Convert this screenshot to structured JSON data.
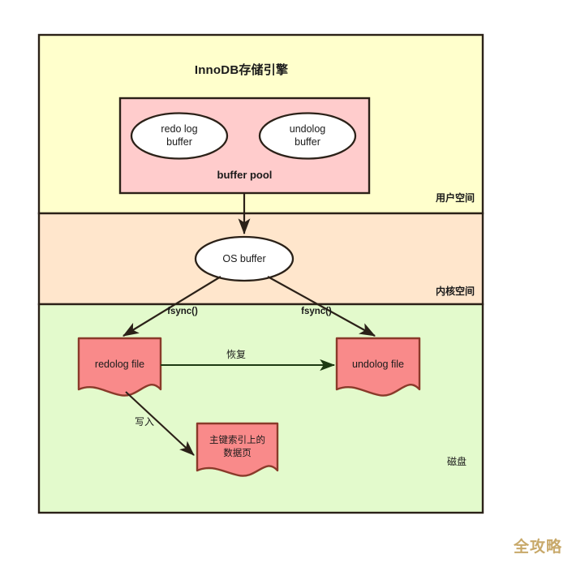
{
  "diagram": {
    "title": "InnoDB存储引擎",
    "zones": [
      {
        "id": "user-space",
        "label": "用户空间",
        "color": "#ffffcc"
      },
      {
        "id": "kernel-space",
        "label": "内核空间",
        "color": "#ffe6cc"
      },
      {
        "id": "disk",
        "label": "磁盘",
        "color": "#e3facc"
      }
    ],
    "buffer_pool": {
      "label": "buffer pool",
      "color": "#ffcccc",
      "buffers": [
        {
          "id": "redo-log-buffer",
          "line1": "redo log",
          "line2": "buffer"
        },
        {
          "id": "undolog-buffer",
          "line1": "undolog",
          "line2": "buffer"
        }
      ]
    },
    "os_buffer": {
      "id": "os-buffer",
      "label": "OS buffer"
    },
    "files": [
      {
        "id": "redolog-file",
        "label": "redolog file",
        "color": "#fa8municipal"
      },
      {
        "id": "undolog-file",
        "label": "undolog file",
        "color": "#f98a8a"
      },
      {
        "id": "data-page",
        "line1": "主键索引上的",
        "line2": "数据页",
        "color": "#f98a8a"
      }
    ],
    "edges": [
      {
        "id": "pool-to-osbuffer",
        "label": ""
      },
      {
        "id": "osbuffer-to-redolog",
        "label": "fsync()"
      },
      {
        "id": "osbuffer-to-undolog",
        "label": "fsync()"
      },
      {
        "id": "redolog-to-undolog",
        "label": "恢复"
      },
      {
        "id": "redolog-to-datapage",
        "label": "写入"
      }
    ],
    "colors": {
      "stroke": "#2b2118",
      "file_fill": "#f98a8a",
      "file_stroke": "#8a3a2a",
      "ellipse_fill": "#ffffff",
      "watermark": "#c8a96a"
    },
    "watermark": "全攻略"
  }
}
